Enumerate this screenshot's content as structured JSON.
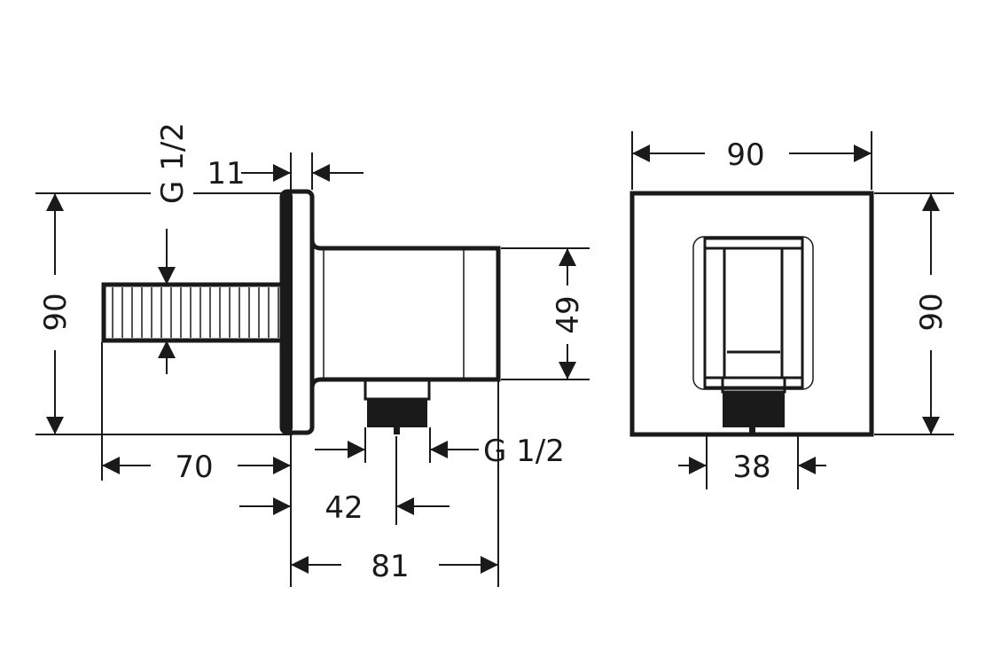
{
  "labels": {
    "flange_depth": "11",
    "inlet_thread": "G 1/2",
    "side_height": "90",
    "pipe_length": "70",
    "outlet_offset": "42",
    "outlet_thread": "G 1/2",
    "total_depth": "81",
    "body_height": "49",
    "front_width": "90",
    "front_height": "90",
    "outlet_width": "38"
  },
  "colors": {
    "line": "#1a1a1a",
    "background": "#ffffff"
  }
}
